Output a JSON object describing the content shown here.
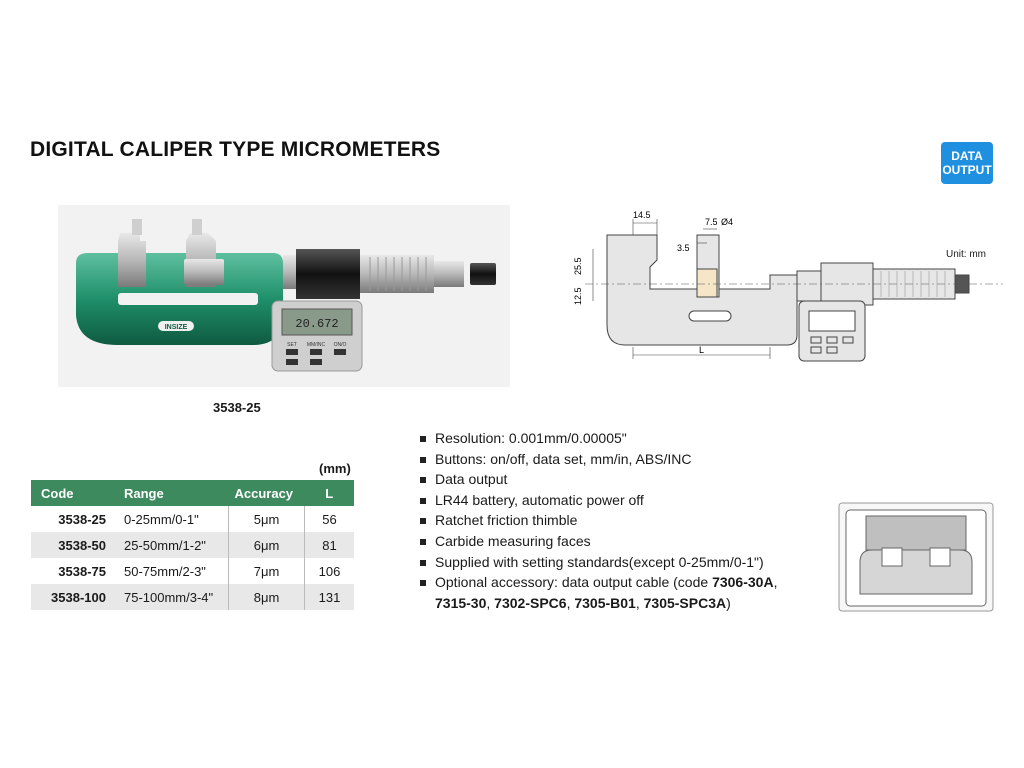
{
  "title": "DIGITAL CALIPER TYPE MICROMETERS",
  "badge": {
    "line1": "DATA",
    "line2": "OUTPUT",
    "color": "#1f8fe0"
  },
  "photo": {
    "caption": "3538-25",
    "logo": "INSIZE",
    "display_value": "20.672",
    "buttons": [
      "SET",
      "MM/INC",
      "ON/O"
    ]
  },
  "drawing": {
    "unit_label": "Unit: mm",
    "dimensions": [
      "14.5",
      "7.5",
      "Ø4",
      "3.5",
      "25.5",
      "12.5",
      "L"
    ]
  },
  "table": {
    "unit_note": "(mm)",
    "headers": {
      "code": "Code",
      "range": "Range",
      "accuracy": "Accuracy",
      "l": "L"
    },
    "header_color": "#3d8a5e",
    "rows": [
      {
        "code": "3538-25",
        "range": "0-25mm/0-1\"",
        "accuracy": "5μm",
        "l": "56"
      },
      {
        "code": "3538-50",
        "range": "25-50mm/1-2\"",
        "accuracy": "6μm",
        "l": "81"
      },
      {
        "code": "3538-75",
        "range": "50-75mm/2-3\"",
        "accuracy": "7μm",
        "l": "106"
      },
      {
        "code": "3538-100",
        "range": "75-100mm/3-4\"",
        "accuracy": "8μm",
        "l": "131"
      }
    ]
  },
  "features": [
    "Resolution: 0.001mm/0.00005\"",
    "Buttons: on/off, data set, mm/in, ABS/INC",
    "Data output",
    "LR44 battery, automatic power off",
    "Ratchet friction thimble",
    "Carbide measuring faces",
    "Supplied with setting standards(except 0-25mm/0-1\")"
  ],
  "accessory": {
    "prefix": "Optional accessory: data output cable (code ",
    "code1": "7306-30A",
    "sep1": ",",
    "code2": "7315-30",
    "sep2": ", ",
    "code3": "7302-SPC6",
    "sep3": ", ",
    "code4": "7305-B01",
    "sep4": ", ",
    "code5": "7305-SPC3A",
    "suffix": ")"
  }
}
